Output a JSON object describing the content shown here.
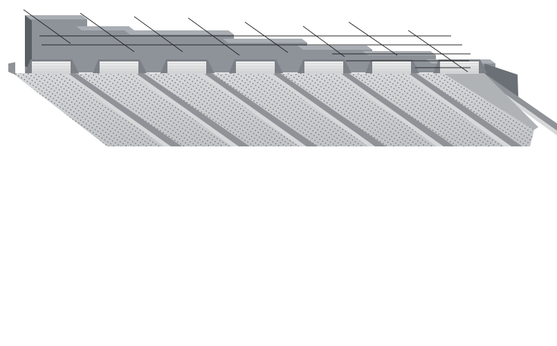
{
  "diagram": {
    "subject": "perforated-metal-roof-deck-with-insulation-strips",
    "rib_count": 7,
    "leader_line_count": 8,
    "horizontal_leader_count": 6,
    "has_text_labels": false,
    "colors": {
      "background": "#ffffff",
      "block_front": "#8e939a",
      "block_top": "#a9aeb4",
      "block_side": "#6b7077",
      "block_dark": "#5a5f66",
      "deck_top": "#c2c4c7",
      "deck_highlight": "#d6d8da",
      "deck_shadow": "#8f9296",
      "deck_edge": "#b0b3b6",
      "perforation": "#6f7276",
      "insulation_light": "#f2f2f2",
      "insulation_stripe": "#cfd1d3",
      "insulation_frame": "#7c8086",
      "leader_line": "#222222"
    }
  }
}
